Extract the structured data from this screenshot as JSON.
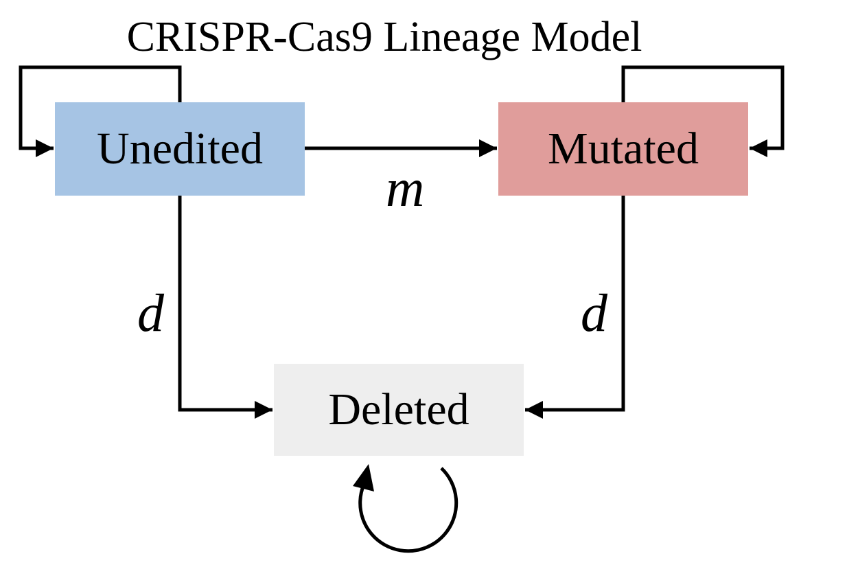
{
  "title": "CRISPR-Cas9 Lineage Model",
  "states": {
    "unedited": {
      "label": "Unedited",
      "color": "#a6c4e4"
    },
    "mutated": {
      "label": "Mutated",
      "color": "#e09d9b"
    },
    "deleted": {
      "label": "Deleted",
      "color": "#eeeeee"
    }
  },
  "transitions": {
    "mutation_rate": "m",
    "deletion_rate_unedited": "d",
    "deletion_rate_mutated": "d"
  }
}
